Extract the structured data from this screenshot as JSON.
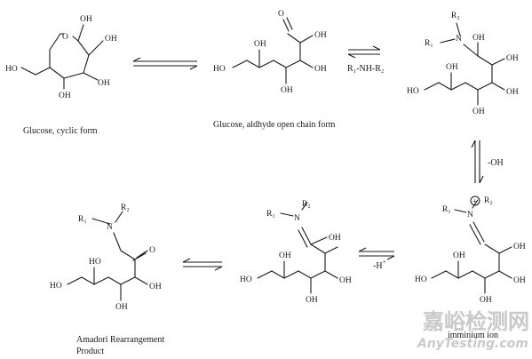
{
  "captions": {
    "glucose_cyclic": "Glucose, cyclic form",
    "glucose_open": "Glucose, aldhyde open chain form",
    "amadori_line1": "Amadori Rearrangement",
    "amadori_line2": "Product",
    "imminium": "imminium ion"
  },
  "reagents": {
    "amine": "R₁-NH-R₂",
    "minus_oh": "-OH",
    "minus_h": "-H",
    "minus_h_charge": "+"
  },
  "atoms": {
    "oh": "OH",
    "ho": "HO",
    "o": "O",
    "n": "N",
    "r1": "R₁",
    "r2": "R₂",
    "plus": "+"
  },
  "watermark": {
    "chinese": "嘉峪检测网",
    "latin": "AnyTesting.com"
  }
}
